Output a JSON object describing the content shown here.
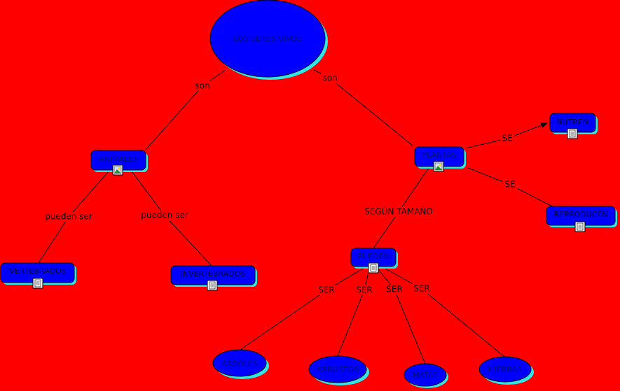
{
  "colors": {
    "background": "#ff0000",
    "node_fill": "#0000ff",
    "node_shadow": "#33e6e6"
  },
  "nodes": {
    "root": "LOS SERES VIVOS",
    "animales": "ANIMALES",
    "plantas": "PLANTAS",
    "nutren": "NUTREN",
    "reproducen": "REPRODUCEN",
    "pueden": "PUEDEN",
    "vertebrados": "VERTEBRADOS",
    "invertebrados": "INVERTEBRADOS",
    "arboles": "ÁRBOLES",
    "arbustos": "ARBUSTOS",
    "matas": "MATAS",
    "hierbas": "HIERBAS"
  },
  "links": {
    "son_left": "son",
    "son_right": "son",
    "pueden_ser_1": "pueden ser",
    "pueden_ser_2": "pueden ser",
    "segun_tamano": "SEGÚN TAMAÑO",
    "se_1": "SE",
    "se_2": "SE",
    "ser_1": "SER",
    "ser_2": "SER",
    "ser_3": "SER",
    "ser_4": "SER"
  },
  "icons": {
    "image": "image-resource-icon",
    "document": "document-resource-icon"
  }
}
